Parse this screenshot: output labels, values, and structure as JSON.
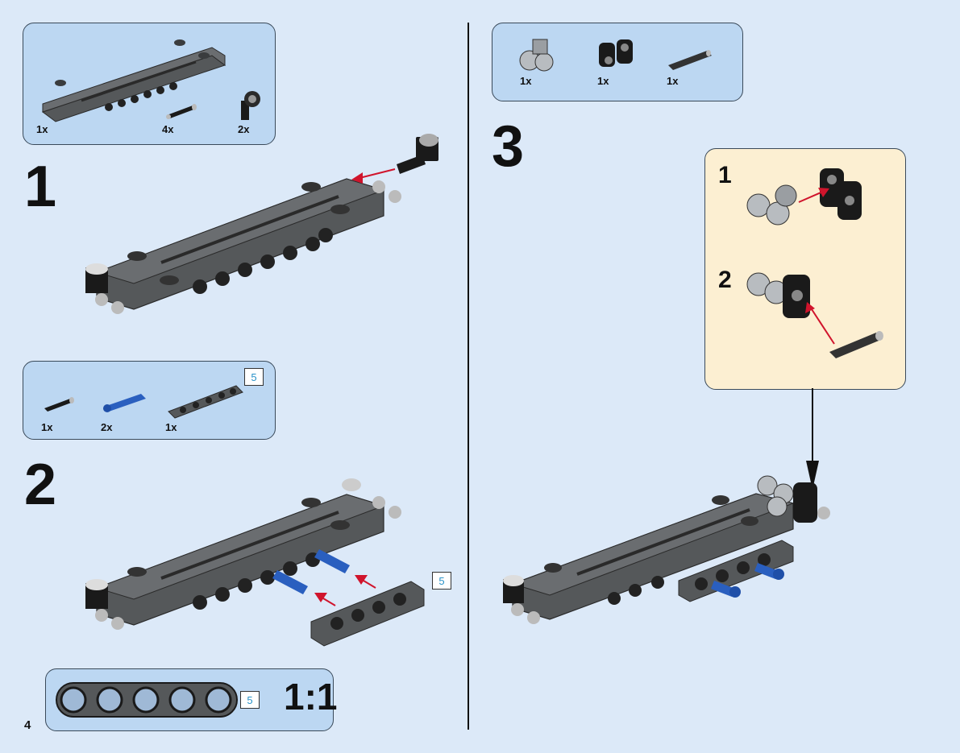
{
  "page": {
    "number": "4"
  },
  "colors": {
    "page_bg": "#dce9f8",
    "parts_box_bg": "#bcd7f2",
    "callout_bg": "#fcefd2",
    "dark_gray_part": "#5a5c5e",
    "black_part": "#1a1a1a",
    "light_gray_part": "#b8bcc0",
    "blue_part": "#2a5fbf",
    "arrow_red": "#d0142c",
    "length_tag_text": "#2a93c9"
  },
  "steps": [
    {
      "number": "1",
      "parts": [
        {
          "qty": "1x",
          "icon": "gray-panel-icon"
        },
        {
          "qty": "4x",
          "icon": "black-axle-pin-icon"
        },
        {
          "qty": "2x",
          "icon": "black-connector-icon"
        }
      ]
    },
    {
      "number": "2",
      "parts": [
        {
          "qty": "1x",
          "icon": "black-friction-pin-icon"
        },
        {
          "qty": "2x",
          "icon": "blue-axle-pin-icon"
        },
        {
          "qty": "1x",
          "icon": "beam-5-icon"
        }
      ],
      "beam_length": "5",
      "model_beam_length": "5"
    },
    {
      "number": "3",
      "parts": [
        {
          "qty": "1x",
          "icon": "gray-double-connector-icon"
        },
        {
          "qty": "1x",
          "icon": "black-double-connector-icon"
        },
        {
          "qty": "1x",
          "icon": "axle-icon"
        }
      ],
      "substeps": [
        "1",
        "2"
      ]
    }
  ],
  "scale_reference": {
    "length": "5",
    "label": "1:1"
  }
}
